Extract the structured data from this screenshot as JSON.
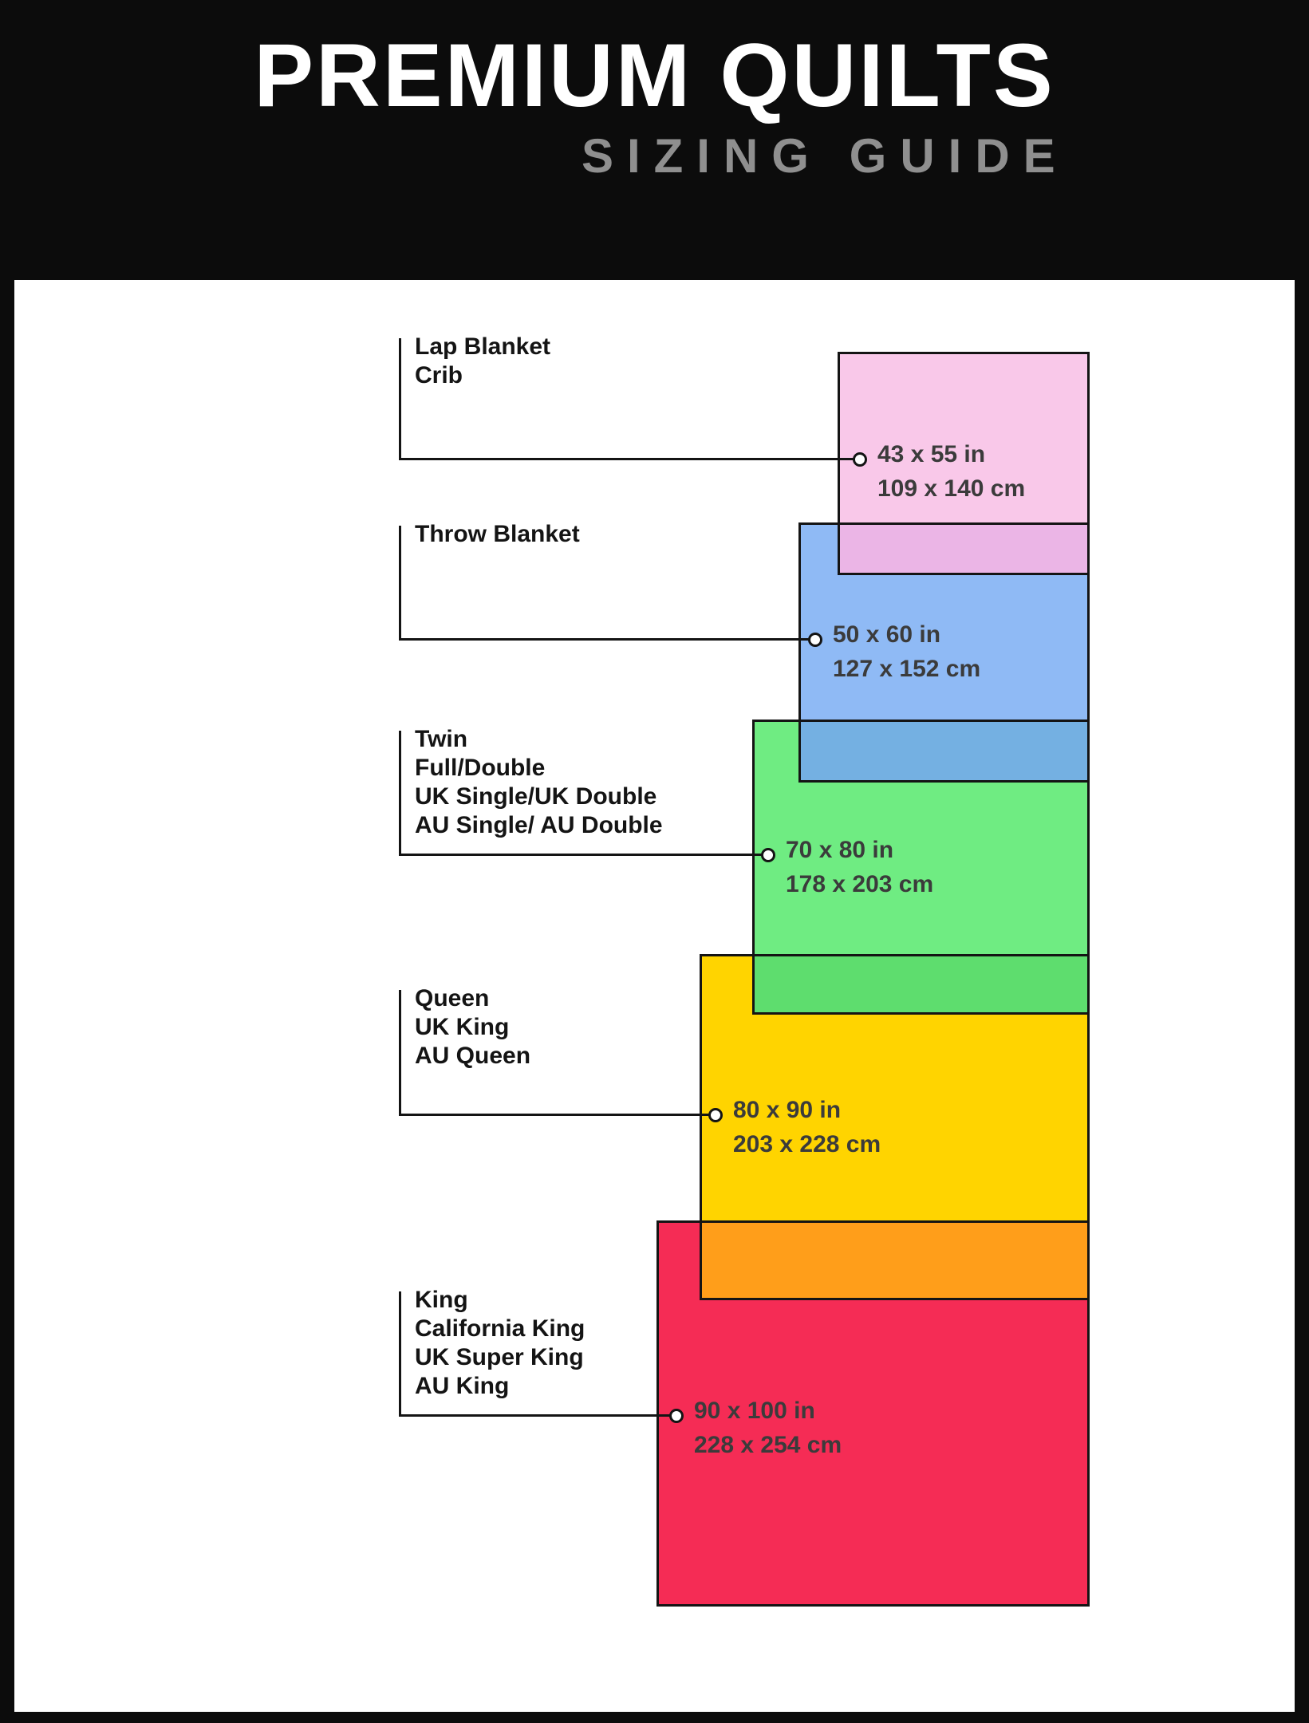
{
  "header": {
    "title": "PREMIUM QUILTS",
    "subtitle": "SIZING GUIDE"
  },
  "quilts": [
    {
      "names": [
        "Lap Blanket",
        "Crib"
      ],
      "size_in": "43 x 55 in",
      "size_cm": "109 x 140 cm",
      "color": "#f9c8e9"
    },
    {
      "names": [
        "Throw Blanket"
      ],
      "size_in": "50 x 60 in",
      "size_cm": "127 x 152 cm",
      "color": "#8fbaf5"
    },
    {
      "names": [
        "Twin",
        "Full/Double",
        "UK Single/UK Double",
        "AU Single/ AU Double"
      ],
      "size_in": "70 x 80 in",
      "size_cm": "178 x 203 cm",
      "color": "#6fec82"
    },
    {
      "names": [
        "Queen",
        "UK King",
        "AU Queen"
      ],
      "size_in": "80 x 90 in",
      "size_cm": "203 x 228 cm",
      "color": "#ffd400"
    },
    {
      "names": [
        "King",
        "California King",
        "UK Super King",
        "AU King"
      ],
      "size_in": "90 x 100 in",
      "size_cm": "228 x 254 cm",
      "color": "#f52c55"
    }
  ],
  "overlaps": [
    {
      "name": "lap-blanket-over-throw",
      "color": "#ebb5e6"
    },
    {
      "name": "throw-over-twin",
      "color": "#74b0e2"
    },
    {
      "name": "twin-over-queen",
      "color": "#5edd6e"
    },
    {
      "name": "queen-over-king",
      "color": "#ff9e1a"
    }
  ],
  "frame": {
    "background": "#0c0c0c",
    "canvas": "#ffffff",
    "line": "#141414"
  }
}
